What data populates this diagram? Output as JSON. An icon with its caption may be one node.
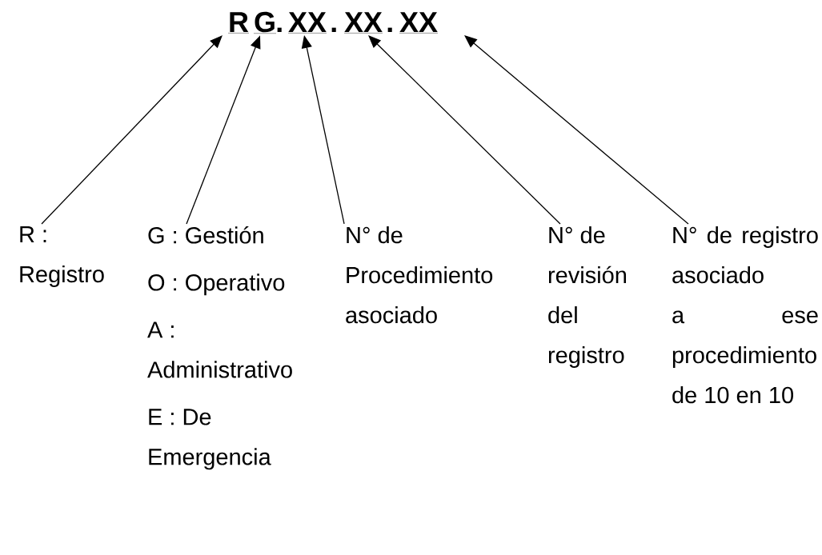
{
  "diagram": {
    "nodes": [
      {
        "text": [
          "R"
        ]
      },
      {
        "text": [
          "G"
        ]
      },
      {
        "text": [
          "XX"
        ]
      },
      {
        "text": [
          "XX"
        ]
      },
      {
        "text": [
          "XX"
        ]
      },
      {
        "text": [
          "R : Registro"
        ]
      },
      {
        "text": [
          "G : Gestión",
          "O : Operativo",
          "A : Administrativo",
          "E : De Emergencia"
        ]
      },
      {
        "text": [
          "N° de Procedimiento asociado"
        ]
      },
      {
        "text": [
          "N° de revisión del registro"
        ]
      },
      {
        "text": [
          "N° de registro asociado a ese procedimiento de 10 en 10"
        ]
      }
    ],
    "edges": [
      {
        "from": 5,
        "to": 0,
        "arrow": "to"
      },
      {
        "from": 6,
        "to": 1,
        "arrow": "to"
      },
      {
        "from": 7,
        "to": 2,
        "arrow": "to"
      },
      {
        "from": 8,
        "to": 3,
        "arrow": "to"
      },
      {
        "from": 9,
        "to": 4,
        "arrow": "to"
      }
    ],
    "labels": [
      ".",
      ".",
      "."
    ]
  }
}
